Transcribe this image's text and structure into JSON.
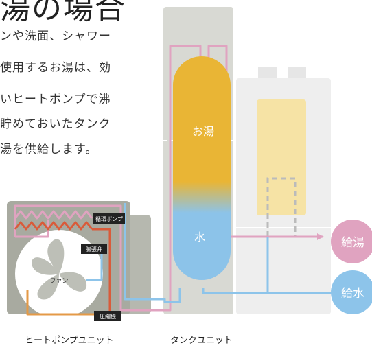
{
  "heading": "湯の場合",
  "description_lines": [
    "ンや洗面、シャワー",
    "使用するお湯は、効",
    "いヒートポンプで沸",
    "貯めておいたタンク",
    "湯を供給します。"
  ],
  "heat_pump": {
    "caption": "ヒートポンプユニット",
    "labels": {
      "circulation_pump": "循環ポンプ",
      "expansion_valve": "膨張弁",
      "fan": "ファン",
      "compressor": "圧縮機"
    }
  },
  "tank": {
    "caption": "タンクユニット",
    "hot_label": "お湯",
    "cold_label": "水"
  },
  "outputs": {
    "hot_supply": "給湯",
    "cold_supply": "給水"
  },
  "colors": {
    "hot_water": "#E9B535",
    "cold_water": "#8CC3E9",
    "pink_pipe": "#E0A3C0",
    "blue_pipe": "#8DC4EA",
    "orange_pipe": "#E49A47",
    "red_pipe": "#D95B3A",
    "unit_gray": "#A8AAA0",
    "tank_case": "#D8D9D3",
    "label_bg": "#222222"
  }
}
